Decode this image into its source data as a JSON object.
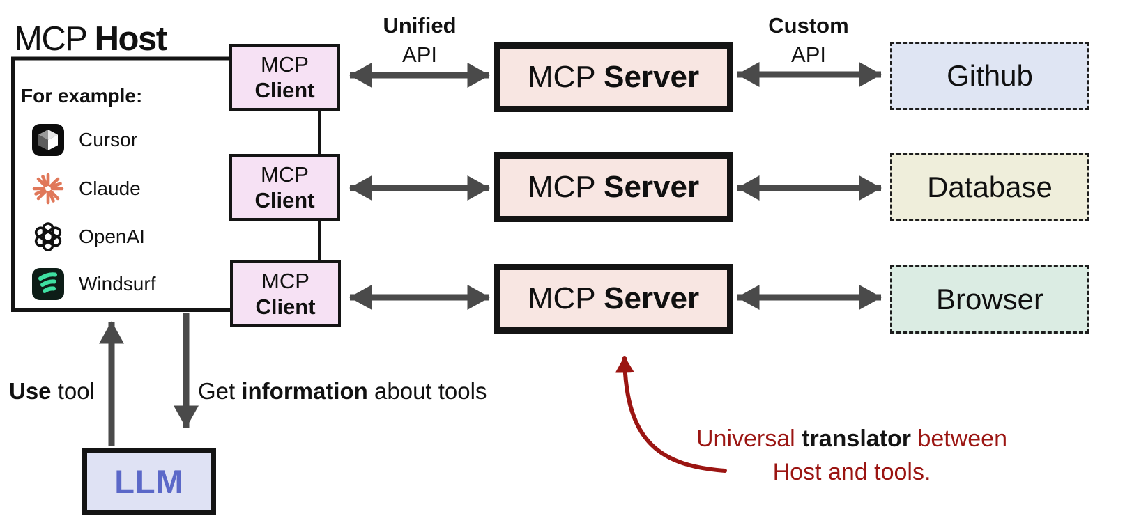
{
  "title": {
    "normal": "MCP ",
    "bold": "Host"
  },
  "host_panel": {
    "heading": "For example:",
    "apps": [
      {
        "name": "Cursor"
      },
      {
        "name": "Claude"
      },
      {
        "name": "OpenAI"
      },
      {
        "name": "Windsurf"
      }
    ]
  },
  "api_labels": {
    "unified": {
      "line1": "Unified",
      "line2": "API"
    },
    "custom": {
      "line1": "Custom",
      "line2": "API"
    }
  },
  "rows": [
    {
      "client": {
        "line1": "MCP",
        "line2": "Client"
      },
      "server": {
        "normal": "MCP ",
        "bold": "Server"
      },
      "tool": {
        "label": "Github",
        "fill": "#dfe5f3"
      }
    },
    {
      "client": {
        "line1": "MCP",
        "line2": "Client"
      },
      "server": {
        "normal": "MCP ",
        "bold": "Server"
      },
      "tool": {
        "label": "Database",
        "fill": "#efeedb"
      }
    },
    {
      "client": {
        "line1": "MCP",
        "line2": "Client"
      },
      "server": {
        "normal": "MCP ",
        "bold": "Server"
      },
      "tool": {
        "label": "Browser",
        "fill": "#dbece3"
      }
    }
  ],
  "llm": {
    "label": "LLM",
    "fill": "#dfe2f4",
    "text_color": "#5b68c8"
  },
  "flow_labels": {
    "use_tool": {
      "bold": "Use",
      "rest": " tool"
    },
    "get_info": {
      "pre": "Get ",
      "bold": "information",
      "post": " about tools"
    }
  },
  "annotation": {
    "line1_pre": "Universal ",
    "line1_bold": "translator",
    "line1_post": " between",
    "line2": "Host and tools.",
    "color": "#9b1512"
  },
  "colors": {
    "client_fill": "#f6e1f4",
    "server_fill": "#f8e6e2",
    "arrow": "#4a4a4a",
    "border": "#141414"
  }
}
